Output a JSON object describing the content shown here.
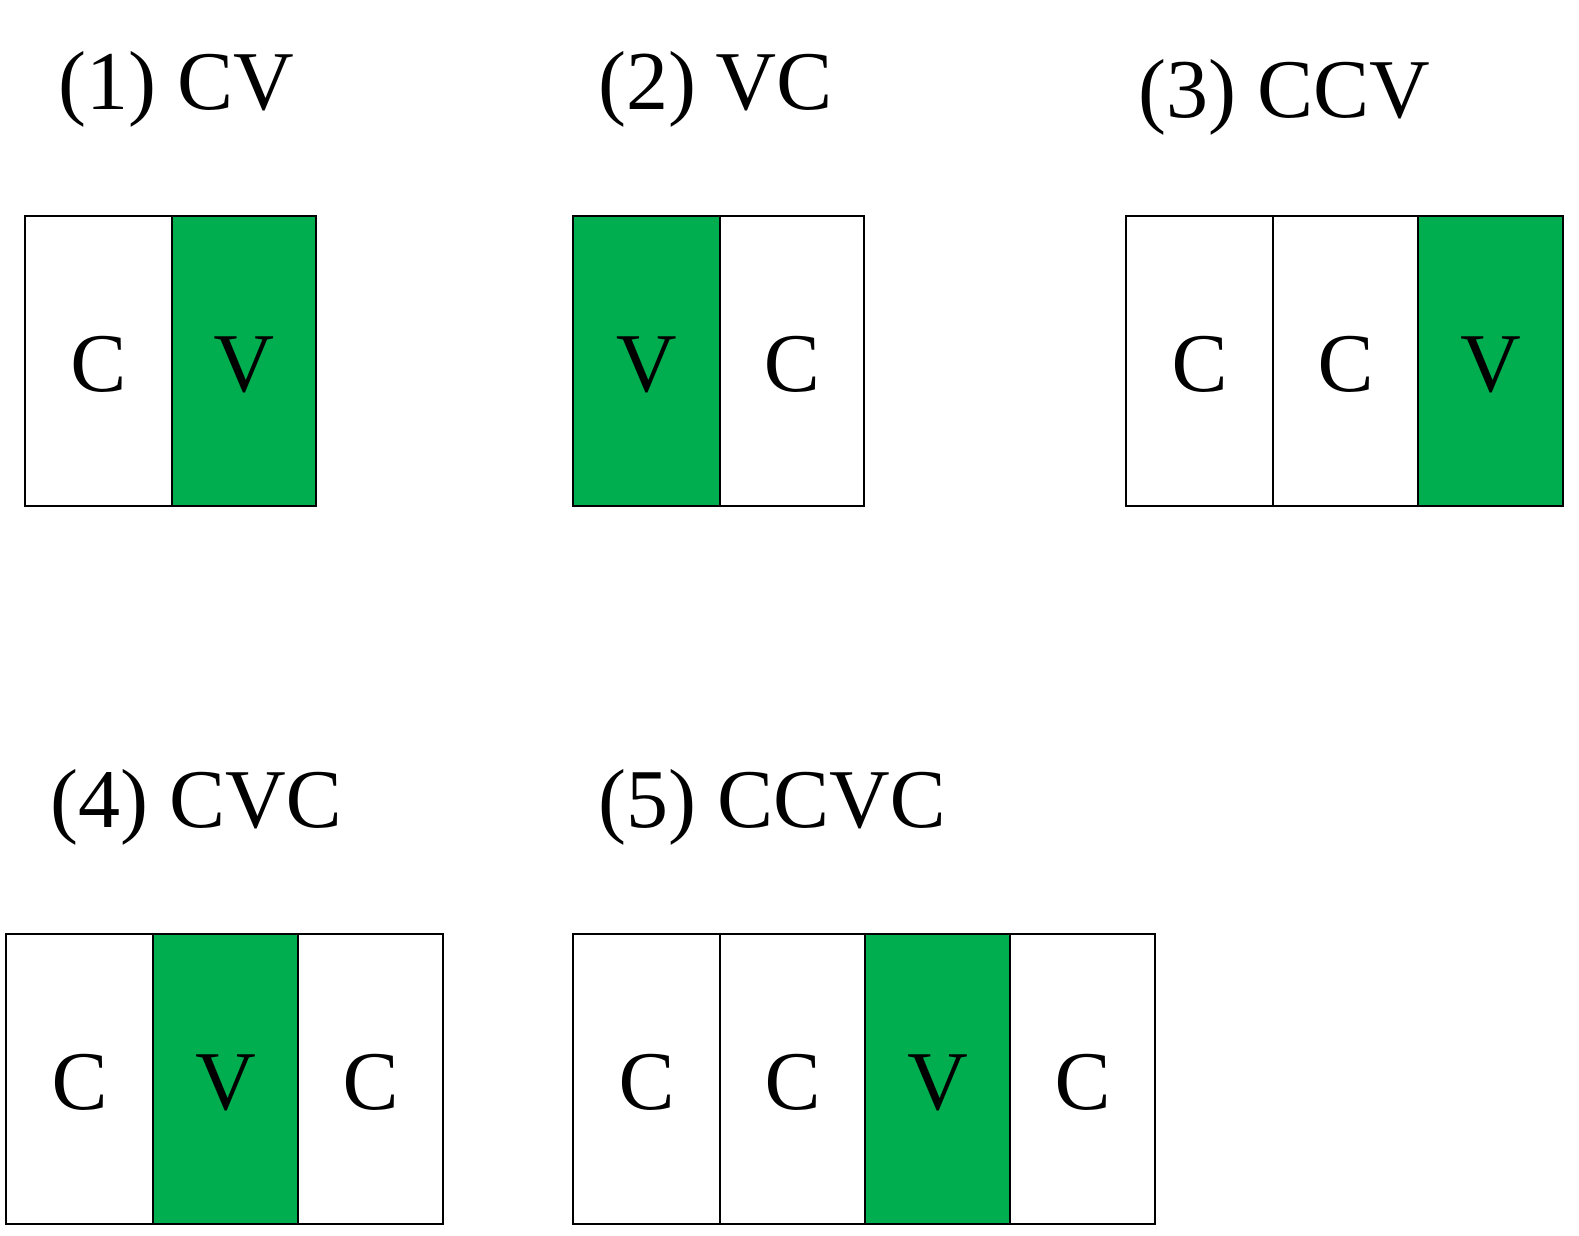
{
  "colors": {
    "vowel_fill": "#00ad4f",
    "consonant_fill": "#ffffff",
    "border": "#000000"
  },
  "patterns": [
    {
      "label": "(1) CV",
      "cells": [
        "C",
        "V"
      ]
    },
    {
      "label": "(2) VC",
      "cells": [
        "V",
        "C"
      ]
    },
    {
      "label": "(3) CCV",
      "cells": [
        "C",
        "C",
        "V"
      ]
    },
    {
      "label": "(4) CVC",
      "cells": [
        "C",
        "V",
        "C"
      ]
    },
    {
      "label": "(5) CCVC",
      "cells": [
        "C",
        "C",
        "V",
        "C"
      ]
    }
  ]
}
